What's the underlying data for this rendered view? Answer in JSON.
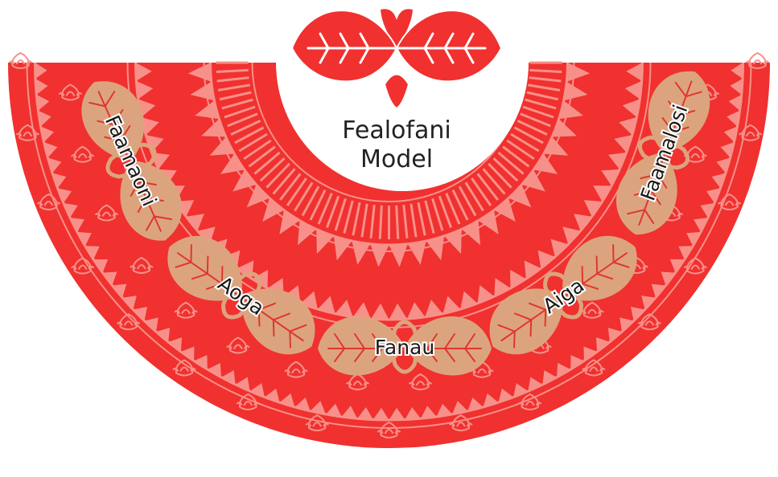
{
  "title": {
    "line1": "Fealofani",
    "line2": "Model"
  },
  "leaves": [
    {
      "label": "Faamaoni"
    },
    {
      "label": "Aoga"
    },
    {
      "label": "Fanau"
    },
    {
      "label": "Aiga"
    },
    {
      "label": "Faamalosi"
    }
  ],
  "colors": {
    "primary_red": "#f0312f",
    "pattern_pink": "#f8908a",
    "leaf_tan": "#dca47e",
    "leaf_vein": "#e0362f",
    "background": "#ffffff"
  },
  "icons": {
    "top_emblem": "double-leaf-emblem",
    "border_motif": "flower-bud-motif",
    "pattern": "samoan-triangle-pattern"
  }
}
